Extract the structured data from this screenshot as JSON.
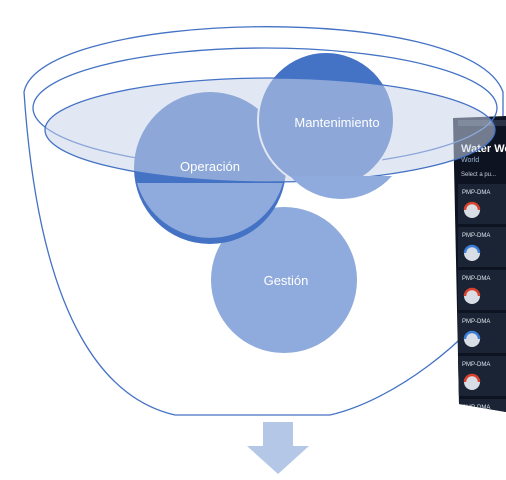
{
  "diagram": {
    "circles": [
      {
        "id": "operacion",
        "label": "Operación",
        "color": "#4472C4",
        "opacity": 1
      },
      {
        "id": "mantenimiento",
        "label": "Mantenimiento",
        "color": "#4472C4",
        "opacity": 1
      },
      {
        "id": "gestion",
        "label": "Gestión",
        "color": "#8FAADC",
        "opacity": 1
      }
    ],
    "funnel": {
      "stroke": "#4472C4",
      "rim_fill": "#C9D4EA"
    },
    "arrow_color": "#B4C7E7"
  },
  "screenshot_panel": {
    "title": "Water World",
    "select_text": "Select a pu...",
    "items": [
      "PMP-DMA",
      "PMP-DMA",
      "PMP-DMA",
      "PMP-DMA",
      "PMP-DMA",
      "PMP-DMA"
    ]
  }
}
